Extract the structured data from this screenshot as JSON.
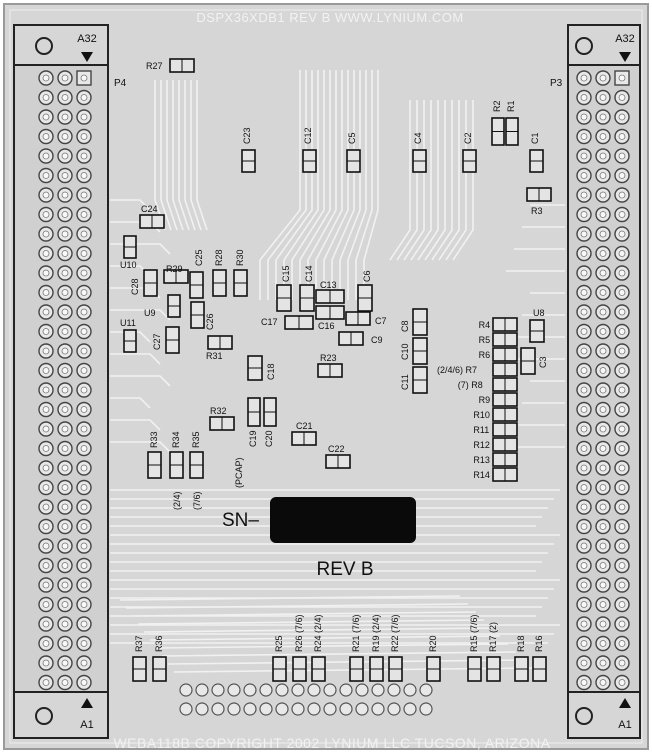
{
  "board": {
    "top_text": "DSPX36XDB1   REV B     WWW.LYNIUM.COM",
    "bottom_text": "WEBA118B  COPYRIGHT 2002  LYNIUM LLC  TUCSON,  ARIZONA",
    "sn_label": "SN–",
    "rev_label": "REV B"
  },
  "connectors": {
    "left": {
      "name": "P4",
      "pin_top": "A32",
      "pin_bottom": "A1"
    },
    "right": {
      "name": "P3",
      "pin_top": "A32",
      "pin_bottom": "A1"
    }
  },
  "labels": {
    "R27": "R27",
    "C23": "C23",
    "C12": "C12",
    "C5": "C5",
    "C4": "C4",
    "C2": "C2",
    "C1": "C1",
    "R2": "R2",
    "R1": "R1",
    "R3": "R3",
    "C24": "C24",
    "U10": "U10",
    "C28": "C28",
    "R29": "R29",
    "C25": "C25",
    "R28": "R28",
    "R30": "R30",
    "U9": "U9",
    "C26": "C26",
    "C27": "C27",
    "U11": "U11",
    "R31": "R31",
    "C15": "C15",
    "C14": "C14",
    "C13": "C13",
    "C6": "C6",
    "C17": "C17",
    "C16": "C16",
    "C7": "C7",
    "C9": "C9",
    "C8": "C8",
    "C10": "C10",
    "C11": "C11",
    "C18": "C18",
    "R23": "R23",
    "R32": "R32",
    "C19": "C19",
    "C20": "C20",
    "PCAP": "(PCAP)",
    "C21": "C21",
    "C22": "C22",
    "R33": "R33",
    "R34": "R34",
    "R35": "R35",
    "R34n": "(2/4)",
    "R35n": "(7/6)",
    "U8": "U8",
    "C3": "C3",
    "R4": "R4",
    "R5": "R5",
    "R6": "R6",
    "R7": "(2/4/6) R7",
    "R8": "(7) R8",
    "R9": "R9",
    "R10": "R10",
    "R11": "R11",
    "R12": "R12",
    "R13": "R13",
    "R14": "R14",
    "R37": "R37",
    "R36": "R36",
    "R25": "R25",
    "R26": "R26 (7/6)",
    "R24": "R24 (2/4)",
    "R21": "R21 (7/6)",
    "R19": "R19 (2/4)",
    "R22": "R22 (7/6)",
    "R20": "R20",
    "R15": "R15 (7/6)",
    "R17": "R17 (2)",
    "R18": "R18",
    "R16": "R16"
  }
}
